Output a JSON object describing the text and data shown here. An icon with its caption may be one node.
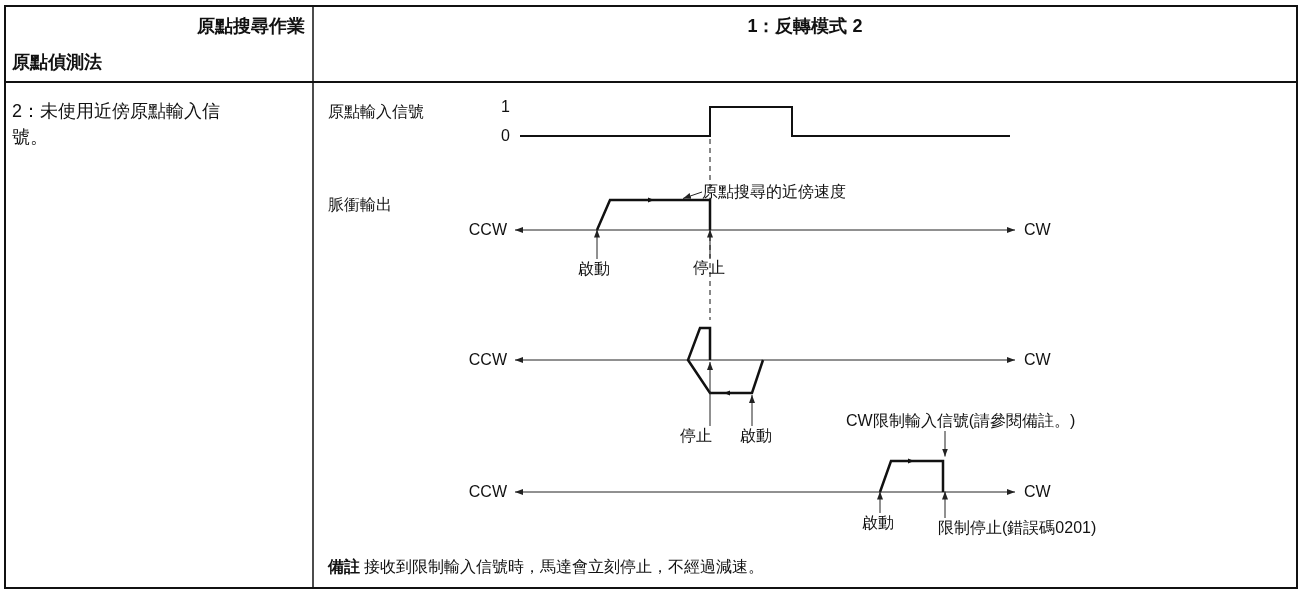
{
  "diagram": {
    "nodes": [
      {
        "text": [
          "原點搜尋的近傍速度"
        ]
      },
      {
        "text": [
          "啟動"
        ]
      },
      {
        "text": [
          "停止"
        ]
      },
      {
        "text": [
          "停止"
        ]
      },
      {
        "text": [
          "啟動"
        ]
      },
      {
        "text": [
          "CW限制輸入信號(請參閱備註。)"
        ]
      },
      {
        "text": [
          "啟動"
        ]
      },
      {
        "text": [
          "限制停止(錯誤碼0201)"
        ]
      },
      {
        "text": [],
        "shape": "waveform"
      },
      {
        "text": [],
        "shape": "waveform"
      },
      {
        "text": [],
        "shape": "waveform"
      }
    ],
    "edges": [
      {
        "from": 0,
        "to": 8,
        "arrow": "to"
      },
      {
        "from": 1,
        "to": 8,
        "arrow": "to"
      },
      {
        "from": 2,
        "to": 8,
        "arrow": "to"
      },
      {
        "from": 3,
        "to": 9,
        "arrow": "to"
      },
      {
        "from": 4,
        "to": 9,
        "arrow": "to"
      },
      {
        "from": 5,
        "to": 10,
        "arrow": "to"
      },
      {
        "from": 6,
        "to": 10,
        "arrow": "to"
      },
      {
        "from": 7,
        "to": 10,
        "arrow": "to"
      }
    ],
    "labels": [
      "原點搜尋作業",
      "1：反轉模式 2",
      "原點偵測法",
      "2：未使用近傍原點輸入信號。",
      "原點輸入信號",
      "1",
      "0",
      "脈衝輸出",
      "CCW",
      "CW",
      "CCW",
      "CW",
      "CCW",
      "CW",
      "**備註** 接收到限制輸入信號時，馬達會立刻停止，不經過減速。"
    ]
  }
}
